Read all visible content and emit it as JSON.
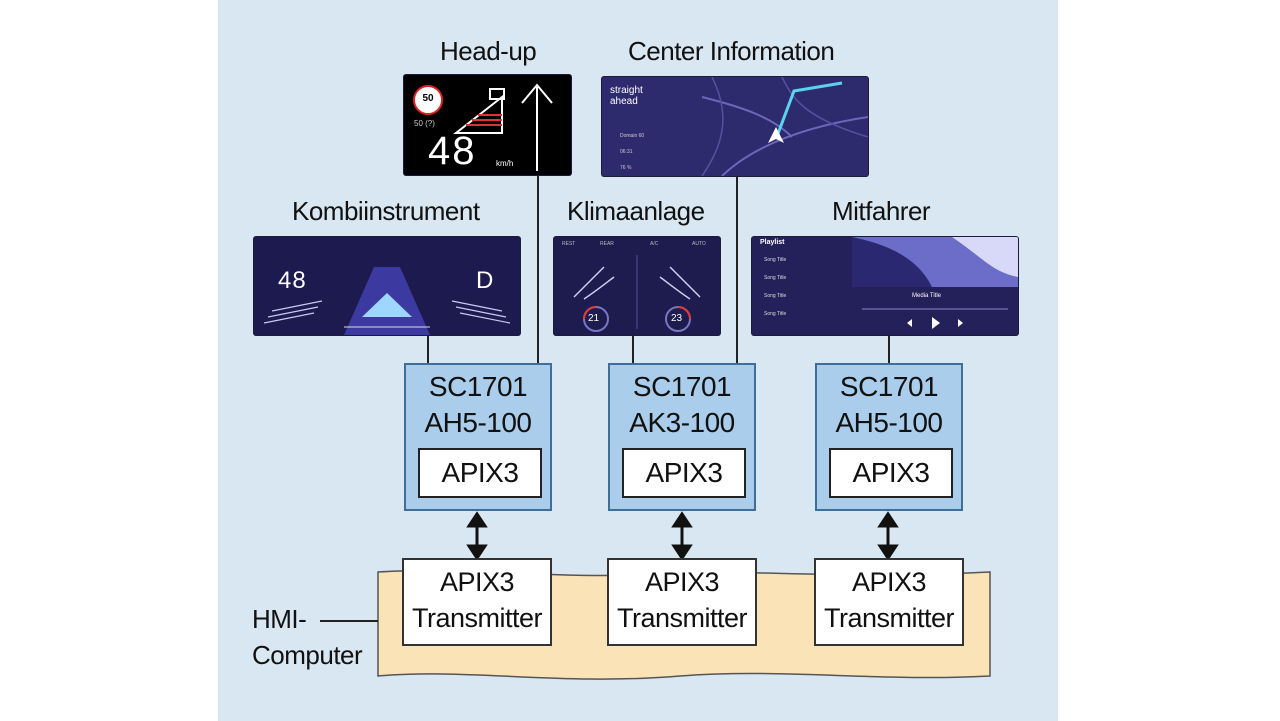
{
  "displays": {
    "headup": {
      "title": "Head-up",
      "speed_limit": "50",
      "sub_limit": "50 (?)",
      "speed": "48",
      "unit": "km/h"
    },
    "center": {
      "title": "Center Information",
      "nav_text": "straight ahead",
      "info_rows": [
        "Domain 60",
        "06:31",
        "76 %"
      ]
    },
    "kombi": {
      "title": "Kombiinstrument",
      "speed": "48",
      "gear": "D"
    },
    "klima": {
      "title": "Klimaanlage",
      "temp_left": "21",
      "temp_right": "23",
      "top_labels": [
        "REST",
        "REAR",
        "A/C",
        "AUTO"
      ]
    },
    "mitfahrer": {
      "title": "Mitfahrer",
      "playlist_title": "Playlist",
      "songs": [
        "Song Title",
        "Song Title",
        "Song Title",
        "Song Title"
      ],
      "media_title": "Media Title"
    }
  },
  "ecus": [
    {
      "line1": "SC1701",
      "line2": "AH5-100",
      "chip": "APIX3"
    },
    {
      "line1": "SC1701",
      "line2": "AK3-100",
      "chip": "APIX3"
    },
    {
      "line1": "SC1701",
      "line2": "AH5-100",
      "chip": "APIX3"
    }
  ],
  "transmitters": [
    {
      "line1": "APIX3",
      "line2": "Transmitter"
    },
    {
      "line1": "APIX3",
      "line2": "Transmitter"
    },
    {
      "line1": "APIX3",
      "line2": "Transmitter"
    }
  ],
  "hmi": {
    "line1": "HMI-",
    "line2": "Computer"
  },
  "colors": {
    "panel_bg": "#d9e7f2",
    "ecu_fill": "#a9cdea",
    "ecu_border": "#3f6f98",
    "hmi_fill": "#fbe3b8",
    "screen_dark": "#2a2a6a"
  },
  "icons": [
    "speed-limit-sign-icon",
    "lane-assist-icon",
    "straight-arrow-icon",
    "navigation-car-icon",
    "seat-icon",
    "play-icon",
    "prev-icon",
    "next-icon"
  ]
}
